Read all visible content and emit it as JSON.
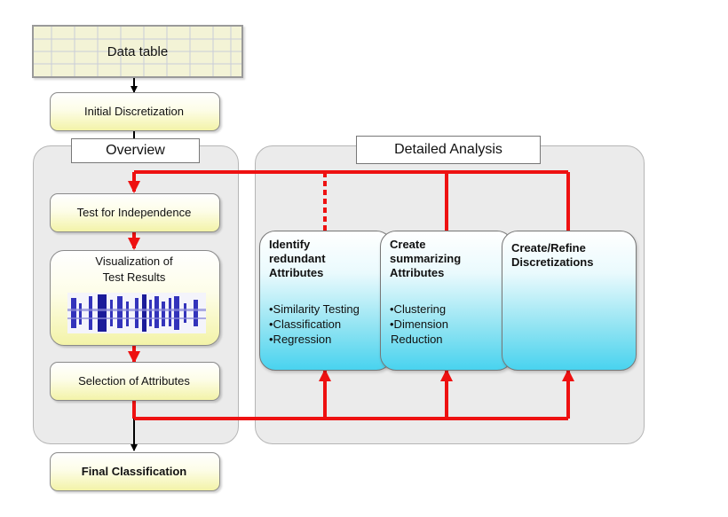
{
  "data_table": {
    "label": "Data table"
  },
  "initial": {
    "label": "Initial Discretization"
  },
  "overview": {
    "header": "Overview"
  },
  "detailed": {
    "header": "Detailed Analysis"
  },
  "test_independence": {
    "label": "Test for Independence"
  },
  "visualization": {
    "line1": "Visualization of",
    "line2": "Test Results"
  },
  "selection": {
    "label": "Selection of Attributes"
  },
  "final": {
    "label": "Final Classification"
  },
  "identify": {
    "title": [
      "Identify",
      "redundant",
      "Attributes"
    ],
    "items": [
      "•Similarity Testing",
      "•Classification",
      "•Regression"
    ]
  },
  "create_summ": {
    "title": [
      "Create",
      "summarizing",
      "Attributes"
    ],
    "items": [
      "•Clustering",
      "•Dimension",
      "Reduction"
    ]
  },
  "create_refine": {
    "title": [
      "Create/Refine",
      "Discretizations"
    ]
  },
  "colors": {
    "flow_red": "#ee1111",
    "panel_gray": "#ebebeb"
  }
}
